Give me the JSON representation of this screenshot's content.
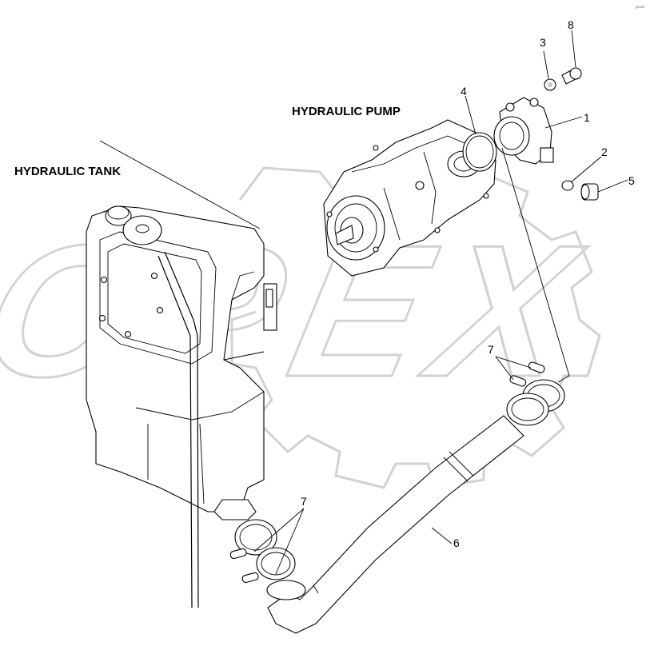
{
  "labels": {
    "hydraulic_tank": "HYDRAULIC TANK",
    "hydraulic_pump": "HYDRAULIC PUMP",
    "watermark": "OPEX",
    "corner_code": "g0000"
  },
  "callouts": {
    "p1": "1",
    "p2": "2",
    "p3": "3",
    "p4": "4",
    "p5": "5",
    "p6": "6",
    "p7_upper": "7",
    "p7_lower": "7",
    "p8": "8"
  }
}
